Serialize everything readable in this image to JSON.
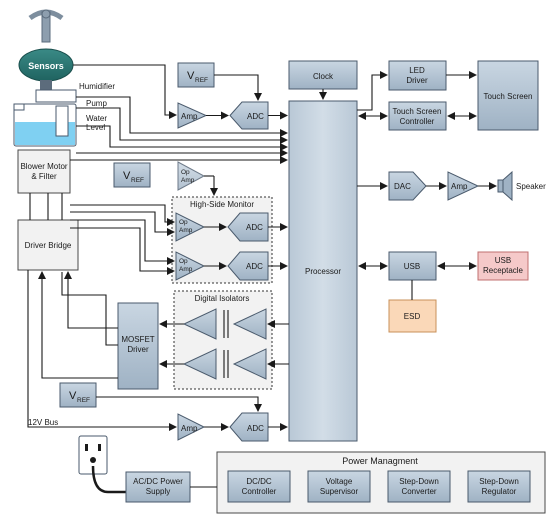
{
  "sensors": {
    "sensors_label": "Sensors",
    "humidifier_label": "Humidifier",
    "pump_label": "Pump",
    "water_level_line1": "Water",
    "water_level_line2": "Level"
  },
  "blocks": {
    "blower_line1": "Blower Motor",
    "blower_line2": "& Filter",
    "driver_bridge": "Driver Bridge",
    "mosfet_line1": "MOSFET",
    "mosfet_line2": "Driver",
    "clock": "Clock",
    "processor": "Processor",
    "led_line1": "LED",
    "led_line2": "Driver",
    "touch_screen": "Touch Screen",
    "tsc_line1": "Touch Screen",
    "tsc_line2": "Controller",
    "dac": "DAC",
    "speaker": "Speaker",
    "usb": "USB",
    "usb_recept_line1": "USB",
    "usb_recept_line2": "Receptacle",
    "esd": "ESD",
    "acdc_line1": "AC/DC Power",
    "acdc_line2": "Supply"
  },
  "amps": {
    "amp": "Amp",
    "adc": "ADC",
    "op": "Op",
    "op_amp": "Amp"
  },
  "vref": {
    "v": "V",
    "sub": "REF"
  },
  "groups": {
    "high_side_monitor": "High-Side Monitor",
    "digital_isolators": "Digital Isolators"
  },
  "bus": {
    "label": "12V Bus"
  },
  "power": {
    "title": "Power Managment",
    "dcdc_line1": "DC/DC",
    "dcdc_line2": "Controller",
    "volt_line1": "Voltage",
    "volt_line2": "Supervisor",
    "stepconv_line1": "Step-Down",
    "stepconv_line2": "Converter",
    "stepreg_line1": "Step-Down",
    "stepreg_line2": "Regulator"
  }
}
